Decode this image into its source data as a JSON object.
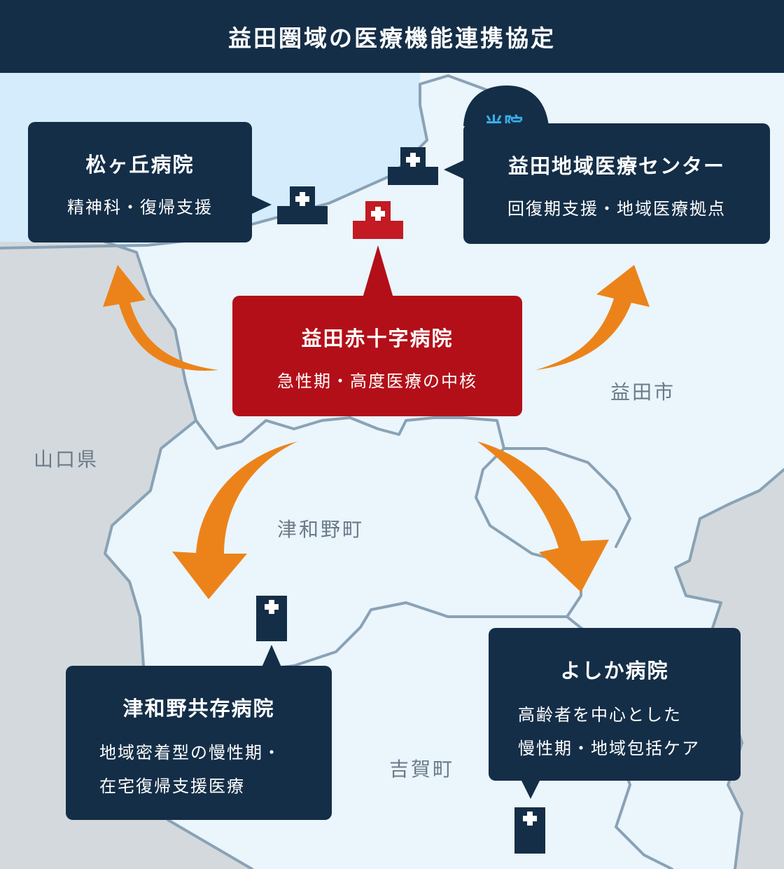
{
  "header": {
    "title": "益田圏域の医療機能連携協定"
  },
  "colors": {
    "navy": "#142e47",
    "red": "#b30f18",
    "orange": "#ec831a",
    "sea": "#d4ecfb",
    "land": "#eaf5fc",
    "outside": "#d3d9dd",
    "border": "#8aa2b5",
    "badge": "#3aaee8"
  },
  "center": {
    "name": "益田赤十字病院",
    "role": "急性期・高度医療の中核"
  },
  "hospitals": {
    "matsugaoka": {
      "name": "松ヶ丘病院",
      "role": "精神科・復帰支援"
    },
    "masuda_center": {
      "badge": "当院",
      "name": "益田地域医療センター",
      "role": "回復期支援・地域医療拠点"
    },
    "tsuwano": {
      "name": "津和野共存病院",
      "role_line1": "地域密着型の慢性期・",
      "role_line2": "在宅復帰支援医療"
    },
    "yoshika": {
      "name": "よしか病院",
      "role_line1": "高齢者を中心とした",
      "role_line2": "慢性期・地域包括ケア"
    }
  },
  "regions": {
    "masuda_city": "益田市",
    "yamaguchi": "山口県",
    "tsuwano_town": "津和野町",
    "yoshika_town": "吉賀町"
  },
  "icons": [
    "hospital-building-icon"
  ]
}
